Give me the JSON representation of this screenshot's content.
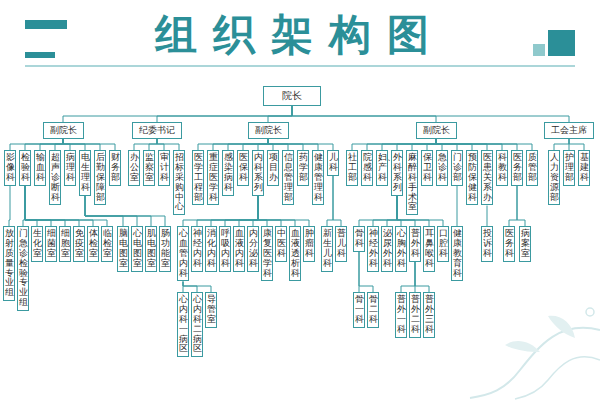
{
  "diagram": {
    "title": "组织架构图",
    "nodes": [
      {
        "text": [
          "院长"
        ]
      },
      {
        "text": [
          "副院长"
        ]
      },
      {
        "text": [
          "纪委书记"
        ]
      },
      {
        "text": [
          "副院长"
        ]
      },
      {
        "text": [
          "副院长"
        ]
      },
      {
        "text": [
          "工会主席"
        ]
      },
      {
        "text": [
          "影像科"
        ]
      },
      {
        "text": [
          "检验科"
        ]
      },
      {
        "text": [
          "输血科"
        ]
      },
      {
        "text": [
          "超声诊断科"
        ]
      },
      {
        "text": [
          "病理科"
        ]
      },
      {
        "text": [
          "电生理科"
        ]
      },
      {
        "text": [
          "后勤保障部"
        ]
      },
      {
        "text": [
          "财务部"
        ]
      },
      {
        "text": [
          "办公室"
        ]
      },
      {
        "text": [
          "监察室"
        ]
      },
      {
        "text": [
          "审计科"
        ]
      },
      {
        "text": [
          "招标采购中心"
        ]
      },
      {
        "text": [
          "医学工程部"
        ]
      },
      {
        "text": [
          "重症医学科"
        ]
      },
      {
        "text": [
          "感染病科"
        ]
      },
      {
        "text": [
          "医保科"
        ]
      },
      {
        "text": [
          "内科系列"
        ]
      },
      {
        "text": [
          "项目办"
        ]
      },
      {
        "text": [
          "信息管理部"
        ]
      },
      {
        "text": [
          "药学部"
        ]
      },
      {
        "text": [
          "健康管理科"
        ]
      },
      {
        "text": [
          "儿科"
        ]
      },
      {
        "text": [
          "社工部"
        ]
      },
      {
        "text": [
          "院感科"
        ]
      },
      {
        "text": [
          "妇、产科"
        ]
      },
      {
        "text": [
          "外科系列"
        ]
      },
      {
        "text": [
          "麻醉科手术室"
        ]
      },
      {
        "text": [
          "保卫科"
        ]
      },
      {
        "text": [
          "急诊科"
        ]
      },
      {
        "text": [
          "门诊部"
        ]
      },
      {
        "text": [
          "预防保健科"
        ]
      },
      {
        "text": [
          "医患关系办"
        ]
      },
      {
        "text": [
          "科教科"
        ]
      },
      {
        "text": [
          "医务部"
        ]
      },
      {
        "text": [
          "质管部"
        ]
      },
      {
        "text": [
          "人力资源部"
        ]
      },
      {
        "text": [
          "护理部"
        ]
      },
      {
        "text": [
          "基建科"
        ]
      },
      {
        "text": [
          "放射质量专业组"
        ]
      },
      {
        "text": [
          "门急诊检验专业组"
        ]
      },
      {
        "text": [
          "生化室"
        ]
      },
      {
        "text": [
          "细菌室"
        ]
      },
      {
        "text": [
          "细胞室"
        ]
      },
      {
        "text": [
          "免疫室"
        ]
      },
      {
        "text": [
          "体检室"
        ]
      },
      {
        "text": [
          "临检室"
        ]
      },
      {
        "text": [
          "脑电图室"
        ]
      },
      {
        "text": [
          "心电图室"
        ]
      },
      {
        "text": [
          "肌电图室"
        ]
      },
      {
        "text": [
          "肠功能室"
        ]
      },
      {
        "text": [
          "心血管内科"
        ]
      },
      {
        "text": [
          "神经内科"
        ]
      },
      {
        "text": [
          "消化内科"
        ]
      },
      {
        "text": [
          "呼吸内科"
        ]
      },
      {
        "text": [
          "血液内科"
        ]
      },
      {
        "text": [
          "内分泌科"
        ]
      },
      {
        "text": [
          "康复医学科"
        ]
      },
      {
        "text": [
          "中医科"
        ]
      },
      {
        "text": [
          "血液透析科"
        ]
      },
      {
        "text": [
          "肿瘤科"
        ]
      },
      {
        "text": [
          "新生儿科"
        ]
      },
      {
        "text": [
          "普儿科"
        ]
      },
      {
        "text": [
          "骨科"
        ]
      },
      {
        "text": [
          "神经外科"
        ]
      },
      {
        "text": [
          "泌尿外科"
        ]
      },
      {
        "text": [
          "心胸外科"
        ]
      },
      {
        "text": [
          "普外科"
        ]
      },
      {
        "text": [
          "耳鼻喉科"
        ]
      },
      {
        "text": [
          "口腔科"
        ]
      },
      {
        "text": [
          "健康教育科"
        ]
      },
      {
        "text": [
          "投诉科"
        ]
      },
      {
        "text": [
          "医务科"
        ]
      },
      {
        "text": [
          "病案室"
        ]
      },
      {
        "text": [
          "心内科一病区"
        ]
      },
      {
        "text": [
          "心内科二病区"
        ]
      },
      {
        "text": [
          "导管室"
        ]
      },
      {
        "text": [
          "骨一科"
        ]
      },
      {
        "text": [
          "骨二科"
        ]
      },
      {
        "text": [
          "普外一科"
        ]
      },
      {
        "text": [
          "普外二科"
        ]
      },
      {
        "text": [
          "普外三科"
        ]
      }
    ],
    "edges": [
      {
        "from": 0,
        "to": 1,
        "arrow": "none"
      },
      {
        "from": 0,
        "to": 2,
        "arrow": "none"
      },
      {
        "from": 0,
        "to": 3,
        "arrow": "none"
      },
      {
        "from": 0,
        "to": 4,
        "arrow": "none"
      },
      {
        "from": 0,
        "to": 5,
        "arrow": "none"
      },
      {
        "from": 1,
        "to": 6,
        "arrow": "none"
      },
      {
        "from": 1,
        "to": 7,
        "arrow": "none"
      },
      {
        "from": 1,
        "to": 8,
        "arrow": "none"
      },
      {
        "from": 1,
        "to": 9,
        "arrow": "none"
      },
      {
        "from": 1,
        "to": 10,
        "arrow": "none"
      },
      {
        "from": 1,
        "to": 11,
        "arrow": "none"
      },
      {
        "from": 1,
        "to": 12,
        "arrow": "none"
      },
      {
        "from": 1,
        "to": 13,
        "arrow": "none"
      },
      {
        "from": 2,
        "to": 14,
        "arrow": "none"
      },
      {
        "from": 2,
        "to": 15,
        "arrow": "none"
      },
      {
        "from": 2,
        "to": 16,
        "arrow": "none"
      },
      {
        "from": 2,
        "to": 17,
        "arrow": "none"
      },
      {
        "from": 3,
        "to": 18,
        "arrow": "none"
      },
      {
        "from": 3,
        "to": 19,
        "arrow": "none"
      },
      {
        "from": 3,
        "to": 20,
        "arrow": "none"
      },
      {
        "from": 3,
        "to": 21,
        "arrow": "none"
      },
      {
        "from": 3,
        "to": 22,
        "arrow": "none"
      },
      {
        "from": 3,
        "to": 23,
        "arrow": "none"
      },
      {
        "from": 3,
        "to": 24,
        "arrow": "none"
      },
      {
        "from": 3,
        "to": 25,
        "arrow": "none"
      },
      {
        "from": 3,
        "to": 26,
        "arrow": "none"
      },
      {
        "from": 3,
        "to": 27,
        "arrow": "none"
      },
      {
        "from": 4,
        "to": 28,
        "arrow": "none"
      },
      {
        "from": 4,
        "to": 29,
        "arrow": "none"
      },
      {
        "from": 4,
        "to": 30,
        "arrow": "none"
      },
      {
        "from": 4,
        "to": 31,
        "arrow": "none"
      },
      {
        "from": 4,
        "to": 32,
        "arrow": "none"
      },
      {
        "from": 4,
        "to": 33,
        "arrow": "none"
      },
      {
        "from": 4,
        "to": 34,
        "arrow": "none"
      },
      {
        "from": 4,
        "to": 35,
        "arrow": "none"
      },
      {
        "from": 4,
        "to": 36,
        "arrow": "none"
      },
      {
        "from": 4,
        "to": 37,
        "arrow": "none"
      },
      {
        "from": 4,
        "to": 38,
        "arrow": "none"
      },
      {
        "from": 4,
        "to": 39,
        "arrow": "none"
      },
      {
        "from": 4,
        "to": 40,
        "arrow": "none"
      },
      {
        "from": 5,
        "to": 41,
        "arrow": "none"
      },
      {
        "from": 5,
        "to": 42,
        "arrow": "none"
      },
      {
        "from": 5,
        "to": 43,
        "arrow": "none"
      },
      {
        "from": 6,
        "to": 44,
        "arrow": "none"
      },
      {
        "from": 7,
        "to": 45,
        "arrow": "none"
      },
      {
        "from": 7,
        "to": 46,
        "arrow": "none"
      },
      {
        "from": 7,
        "to": 47,
        "arrow": "none"
      },
      {
        "from": 7,
        "to": 48,
        "arrow": "none"
      },
      {
        "from": 7,
        "to": 49,
        "arrow": "none"
      },
      {
        "from": 7,
        "to": 50,
        "arrow": "none"
      },
      {
        "from": 7,
        "to": 51,
        "arrow": "none"
      },
      {
        "from": 11,
        "to": 52,
        "arrow": "none"
      },
      {
        "from": 11,
        "to": 53,
        "arrow": "none"
      },
      {
        "from": 11,
        "to": 54,
        "arrow": "none"
      },
      {
        "from": 11,
        "to": 55,
        "arrow": "none"
      },
      {
        "from": 22,
        "to": 56,
        "arrow": "none"
      },
      {
        "from": 22,
        "to": 57,
        "arrow": "none"
      },
      {
        "from": 22,
        "to": 58,
        "arrow": "none"
      },
      {
        "from": 22,
        "to": 59,
        "arrow": "none"
      },
      {
        "from": 22,
        "to": 60,
        "arrow": "none"
      },
      {
        "from": 22,
        "to": 61,
        "arrow": "none"
      },
      {
        "from": 22,
        "to": 62,
        "arrow": "none"
      },
      {
        "from": 22,
        "to": 63,
        "arrow": "none"
      },
      {
        "from": 22,
        "to": 64,
        "arrow": "none"
      },
      {
        "from": 22,
        "to": 65,
        "arrow": "none"
      },
      {
        "from": 27,
        "to": 66,
        "arrow": "none"
      },
      {
        "from": 27,
        "to": 67,
        "arrow": "none"
      },
      {
        "from": 31,
        "to": 68,
        "arrow": "none"
      },
      {
        "from": 31,
        "to": 69,
        "arrow": "none"
      },
      {
        "from": 31,
        "to": 70,
        "arrow": "none"
      },
      {
        "from": 31,
        "to": 71,
        "arrow": "none"
      },
      {
        "from": 31,
        "to": 72,
        "arrow": "none"
      },
      {
        "from": 31,
        "to": 73,
        "arrow": "none"
      },
      {
        "from": 31,
        "to": 74,
        "arrow": "none"
      },
      {
        "from": 35,
        "to": 75,
        "arrow": "none"
      },
      {
        "from": 37,
        "to": 76,
        "arrow": "none"
      },
      {
        "from": 39,
        "to": 77,
        "arrow": "none"
      },
      {
        "from": 39,
        "to": 78,
        "arrow": "none"
      },
      {
        "from": 56,
        "to": 79,
        "arrow": "none"
      },
      {
        "from": 56,
        "to": 80,
        "arrow": "none"
      },
      {
        "from": 56,
        "to": 81,
        "arrow": "none"
      },
      {
        "from": 68,
        "to": 82,
        "arrow": "none"
      },
      {
        "from": 68,
        "to": 83,
        "arrow": "none"
      },
      {
        "from": 72,
        "to": 84,
        "arrow": "none"
      },
      {
        "from": 72,
        "to": 85,
        "arrow": "none"
      },
      {
        "from": 72,
        "to": 86,
        "arrow": "none"
      }
    ]
  }
}
